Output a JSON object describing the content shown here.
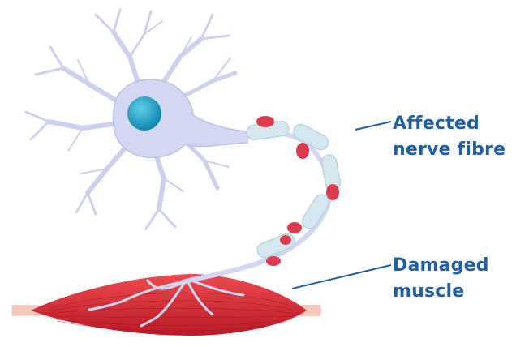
{
  "labels": {
    "nerve": {
      "line1": "Affected",
      "line2": "nerve fibre"
    },
    "muscle": {
      "line1": "Damaged",
      "line2": "muscle"
    }
  },
  "colors": {
    "label": "#1f5fa6",
    "neuron_body": "#cfd3ee",
    "neuron_outline": "#b7bde2",
    "nucleus": "#17a0c4",
    "myelin": "#d6e8ef",
    "damage": "#dc3b50",
    "muscle": "#d7262f",
    "tendon": "#f3c6b9"
  },
  "icons": [
    "neuron-illustration",
    "muscle-illustration"
  ]
}
